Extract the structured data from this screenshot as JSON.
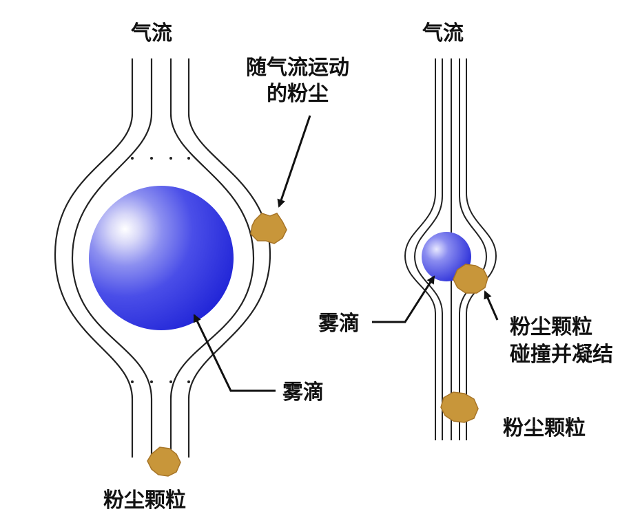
{
  "left_panel": {
    "airflow_label": "气流",
    "moving_dust_label_line1": "随气流运动",
    "moving_dust_label_line2": "的粉尘",
    "droplet_label": "雾滴",
    "particle_label": "粉尘颗粒"
  },
  "right_panel": {
    "airflow_label": "气流",
    "droplet_label": "雾滴",
    "collision_label_line1": "粉尘颗粒",
    "collision_label_line2": "碰撞并凝结",
    "particle_label": "粉尘颗粒"
  },
  "colors": {
    "droplet_blue": "#2a2ee0",
    "droplet_highlight": "#ffffff",
    "dust_brown": "#c8963a",
    "streamline": "#222222"
  }
}
